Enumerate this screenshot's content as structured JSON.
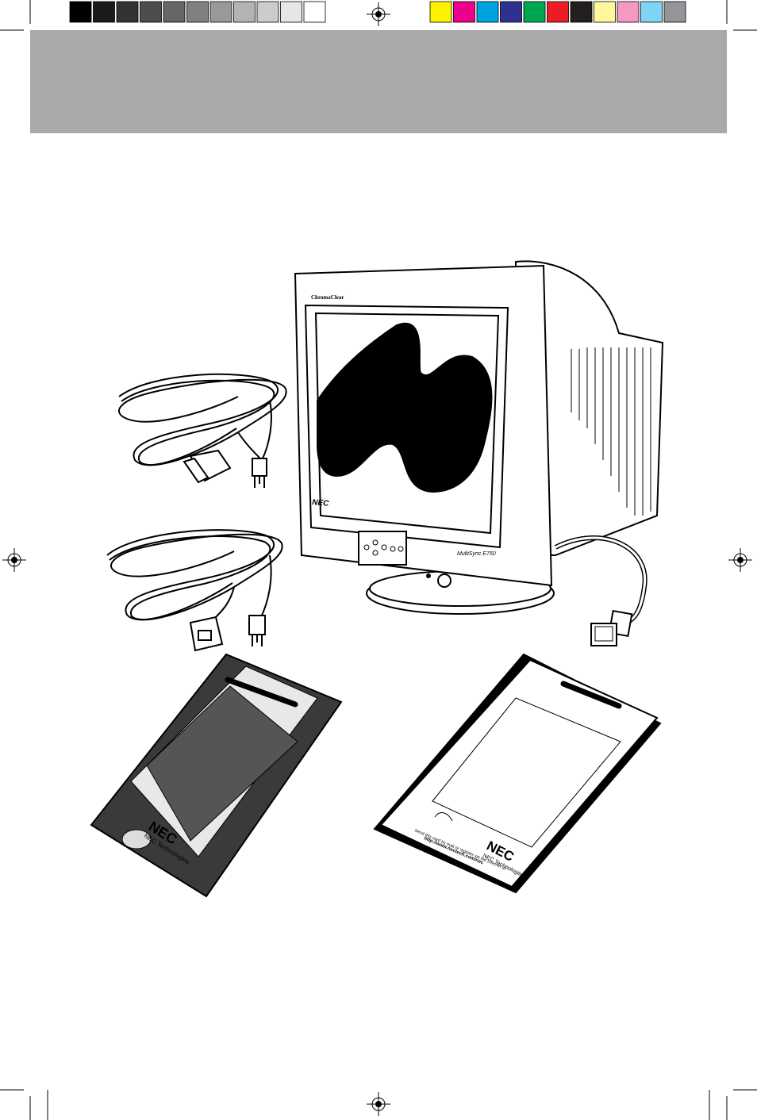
{
  "print_marks": {
    "gray_swatches": [
      "#000000",
      "#1a1a1a",
      "#333333",
      "#4d4d4d",
      "#666666",
      "#808080",
      "#999999",
      "#b3b3b3",
      "#cccccc",
      "#e6e6e6",
      "#ffffff"
    ],
    "color_swatches": [
      "#fff200",
      "#ec008c",
      "#00a3e0",
      "#2e3192",
      "#00a651",
      "#ed1c24",
      "#231f20",
      "#fff799",
      "#f49ac1",
      "#7fd3f7",
      "#939598"
    ]
  },
  "colors": {
    "header_band": "#a9a9a9",
    "ink": "#000000",
    "paper": "#ffffff"
  },
  "monitor": {
    "brand": "NEC",
    "bezel_label": "ChromaClear",
    "model_label": "MultiSync E750"
  },
  "manual": {
    "brand": "NEC",
    "subbrand": "NEC Technologies"
  },
  "registration_card": {
    "brand": "NEC",
    "subbrand": "NEC Technologies",
    "line1": "Send this card by mail or register via the Internet at:",
    "line2": "http://www.nectech.com/nec"
  }
}
